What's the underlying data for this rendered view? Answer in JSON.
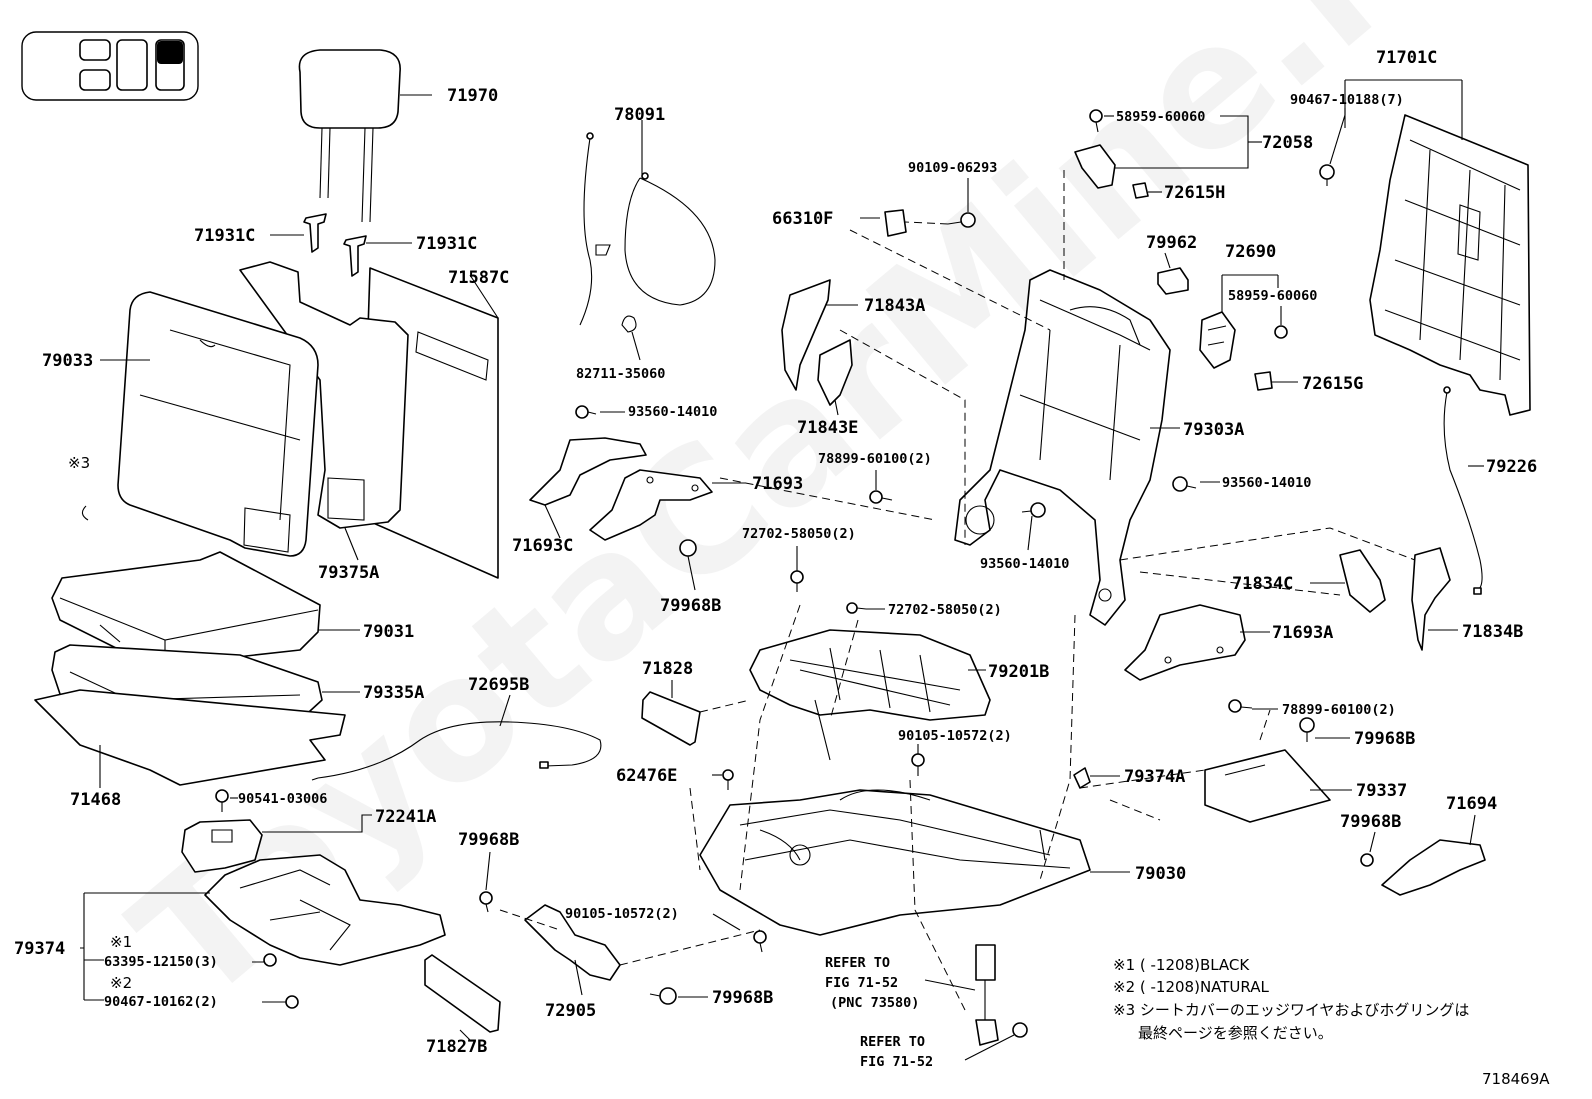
{
  "labels": {
    "71970": "71970",
    "71931C_l": "71931C",
    "71931C_r": "71931C",
    "71587C": "71587C",
    "79033": "79033",
    "note3_mark": "※3",
    "79375A": "79375A",
    "79031": "79031",
    "79335A": "79335A",
    "71468": "71468",
    "72695B": "72695B",
    "90541_03006": "90541-03006",
    "72241A": "72241A",
    "79374": "79374",
    "mark1": "※1",
    "63395_12150": "63395-12150(3)",
    "mark2": "※2",
    "90467_10162": "90467-10162(2)",
    "71827B": "71827B",
    "78091": "78091",
    "82711_35060": "82711-35060",
    "93560_14010_a": "93560-14010",
    "71693": "71693",
    "71693C": "71693C",
    "72702_58050_a": "72702-58050(2)",
    "79968B_a": "79968B",
    "72702_58050_b": "72702-58050(2)",
    "71828": "71828",
    "79201B": "79201B",
    "90105_10572_a": "90105-10572(2)",
    "62476E": "62476E",
    "79968B_b": "79968B",
    "90105_10572_b": "90105-10572(2)",
    "72905": "72905",
    "79968B_c": "79968B",
    "refer1_line1": "REFER TO",
    "refer1_line2": "FIG 71-52",
    "refer1_line3": "(PNC 73580)",
    "refer2_line1": "REFER TO",
    "refer2_line2": "FIG 71-52",
    "79030": "79030",
    "90109_06293": "90109-06293",
    "66310F": "66310F",
    "71843A": "71843A",
    "71843E": "71843E",
    "58959_60060_a": "58959-60060",
    "72058": "72058",
    "72615H": "72615H",
    "79962": "79962",
    "72690": "72690",
    "58959_60060_b": "58959-60060",
    "72615G": "72615G",
    "79303A": "79303A",
    "78899_60100_a": "78899-60100(2)",
    "93560_14010_b": "93560-14010",
    "93560_14010_c": "93560-14010",
    "71834C": "71834C",
    "71693A": "71693A",
    "71834B": "71834B",
    "78899_60100_b": "78899-60100(2)",
    "79968B_d": "79968B",
    "79374A": "79374A",
    "79337": "79337",
    "79968B_e": "79968B",
    "71694": "71694",
    "71701C": "71701C",
    "90467_10188": "90467-10188(7)",
    "79226": "79226"
  },
  "notes": {
    "n1": "※1 (      -1208)BLACK",
    "n2": "※2 (      -1208)NATURAL",
    "n3a": "※3 シートカバーのエッジワイヤおよびホグリングは",
    "n3b": "最終ページを参照ください。"
  },
  "diagram_code": "718469A",
  "watermark": "ToyotaCarMine.ru"
}
